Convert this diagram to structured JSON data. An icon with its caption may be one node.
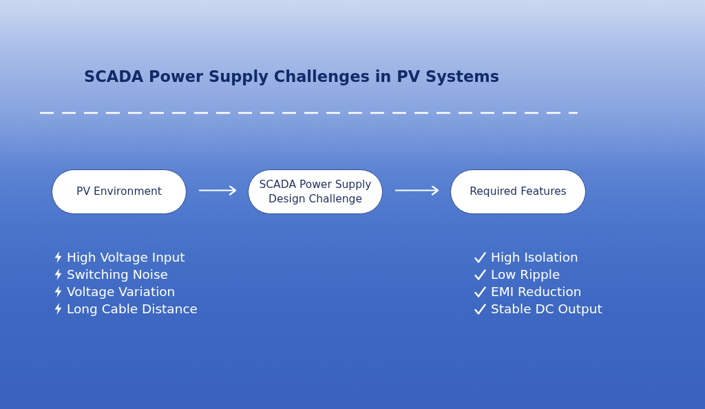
{
  "diagram": {
    "title": "SCADA Power Supply Challenges in PV Systems",
    "nodes": [
      {
        "text": [
          "PV Environment"
        ],
        "beside": [
          "High Voltage Input",
          "Switching Noise",
          "Voltage Variation",
          "Long Cable Distance"
        ]
      },
      {
        "text": [
          "SCADA Power Supply Design Challenge"
        ]
      },
      {
        "text": [
          "Required Features"
        ],
        "beside": [
          "High Isolation",
          "Low Ripple",
          "EMI Reduction",
          "Stable DC Output"
        ]
      }
    ],
    "edges": [
      {
        "from": 0,
        "to": 1,
        "arrow": "to"
      },
      {
        "from": 1,
        "to": 2,
        "arrow": "to"
      }
    ]
  }
}
